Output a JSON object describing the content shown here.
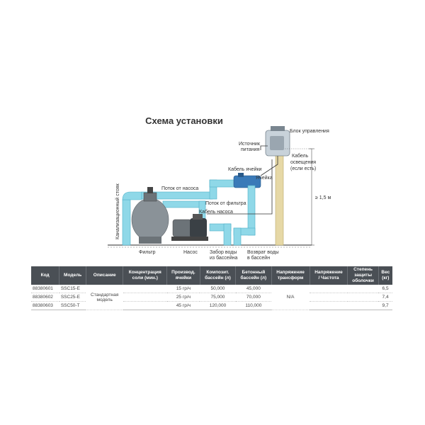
{
  "title": "Схема установки",
  "labels": {
    "control_block": "Блок управления",
    "power_source_1": "Источник",
    "power_source_2": "питания",
    "light_cable_1": "Кабель",
    "light_cable_2": "освещения",
    "light_cable_3": "(если есть)",
    "cell_cable": "Кабель ячейки",
    "cell": "Ячейка",
    "height": "≥ 1,5 м",
    "flow_from_pump": "Поток от насоса",
    "flow_from_filter": "Поток от фильтра",
    "pump_cable": "Кабель насоса",
    "drain_riser": "Канализационный стояк",
    "filter": "Фильтр",
    "pump": "Насос",
    "intake_1": "Забор воды",
    "intake_2": "из бассейна",
    "return_1": "Возврат воды",
    "return_2": "в бассейн"
  },
  "table": {
    "headers": {
      "code": "Код",
      "model": "Модель",
      "description": "Описание",
      "salt_1": "Концентрация",
      "salt_2": "соли (мин.)",
      "cell_1": "Производ.",
      "cell_2": "ячейки",
      "comp_1": "Композит.",
      "comp_2": "бассейн (л)",
      "conc_1": "Бетонный",
      "conc_2": "бассейн (л)",
      "trans_1": "Напряжение",
      "trans_2": "трансформ",
      "freq_1": "Напряжение",
      "freq_2": "/ Частота",
      "prot_1": "Степень",
      "prot_2": "защиты",
      "prot_3": "оболочки",
      "weight_1": "Вес",
      "weight_2": "(кг)"
    },
    "description_1": "Стандартная",
    "description_2": "модель",
    "na": "N/A",
    "rows": [
      {
        "code": "88380601",
        "model": "SSC15-E",
        "cell": "15 гр/ч",
        "comp": "50,000",
        "conc": "45,000",
        "weight": "6,5"
      },
      {
        "code": "88380602",
        "model": "SSC25-E",
        "cell": "25 гр/ч",
        "comp": "75,000",
        "conc": "70,000",
        "weight": "7,4"
      },
      {
        "code": "88380603",
        "model": "SSC50-T",
        "cell": "45 гр/ч",
        "comp": "120,000",
        "conc": "110,000",
        "weight": "9,7"
      }
    ]
  }
}
